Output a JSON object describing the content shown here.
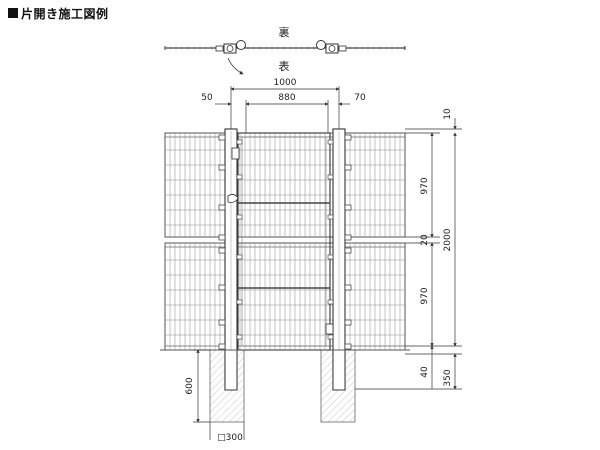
{
  "title": "片開き施工図例",
  "plan_view": {
    "back_label": "裏",
    "front_label": "表"
  },
  "dimensions": {
    "width_total": "1000",
    "width_left": "50",
    "width_inner": "880",
    "width_right": "70",
    "top_gap": "10",
    "panel_upper": "970",
    "panel_gap": "20",
    "panel_lower": "970",
    "height_total": "2000",
    "bottom_gap": "40",
    "ground_clearance": "350",
    "foundation_depth": "600",
    "foundation_size": "□300"
  },
  "colors": {
    "line": "#333333",
    "mesh": "#8a8a8a",
    "hatch": "#9a9a9a",
    "fill_post": "#f2f2f2"
  }
}
